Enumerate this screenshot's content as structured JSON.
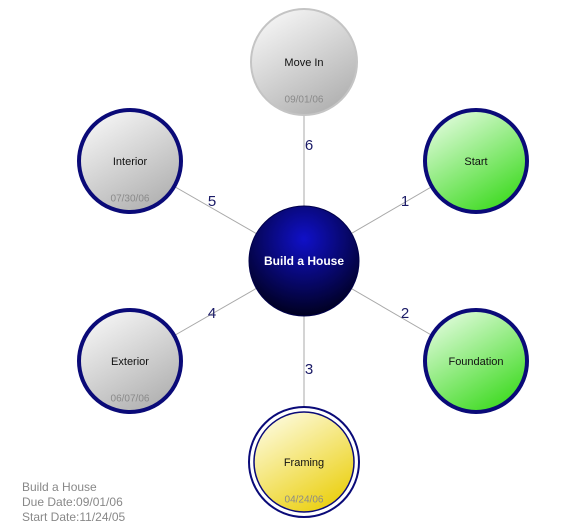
{
  "center": {
    "title": "Build a House"
  },
  "nodes": [
    {
      "id": "move-in",
      "title": "Move In",
      "date": "09/01/06",
      "fill": "gray",
      "border": "light",
      "edge_label": "6"
    },
    {
      "id": "start",
      "title": "Start",
      "date": "",
      "fill": "green",
      "border": "dark",
      "edge_label": "1"
    },
    {
      "id": "foundation",
      "title": "Foundation",
      "date": "",
      "fill": "green",
      "border": "dark",
      "edge_label": "2"
    },
    {
      "id": "framing",
      "title": "Framing",
      "date": "04/24/06",
      "fill": "yellow",
      "border": "double",
      "edge_label": "3"
    },
    {
      "id": "exterior",
      "title": "Exterior",
      "date": "06/07/06",
      "fill": "gray",
      "border": "dark",
      "edge_label": "4"
    },
    {
      "id": "interior",
      "title": "Interior",
      "date": "07/30/06",
      "fill": "gray",
      "border": "dark",
      "edge_label": "5"
    }
  ],
  "footer": {
    "project": "Build a House",
    "due": "Due  Date:09/01/06",
    "start": "Start Date:11/24/05"
  },
  "colors": {
    "center_top": "#1010c8",
    "center_bottom": "#000020",
    "node_border_dark": "#0a0a78",
    "node_border_light": "#c4c4c4",
    "edge": "#a8a8a8",
    "green_light": "#f2fff0",
    "green_dark": "#46dc2a",
    "gray_light": "#fdfdfd",
    "gray_dark": "#b4b4b4",
    "yellow_light": "#fffff2",
    "yellow_dark": "#ecd21a"
  }
}
